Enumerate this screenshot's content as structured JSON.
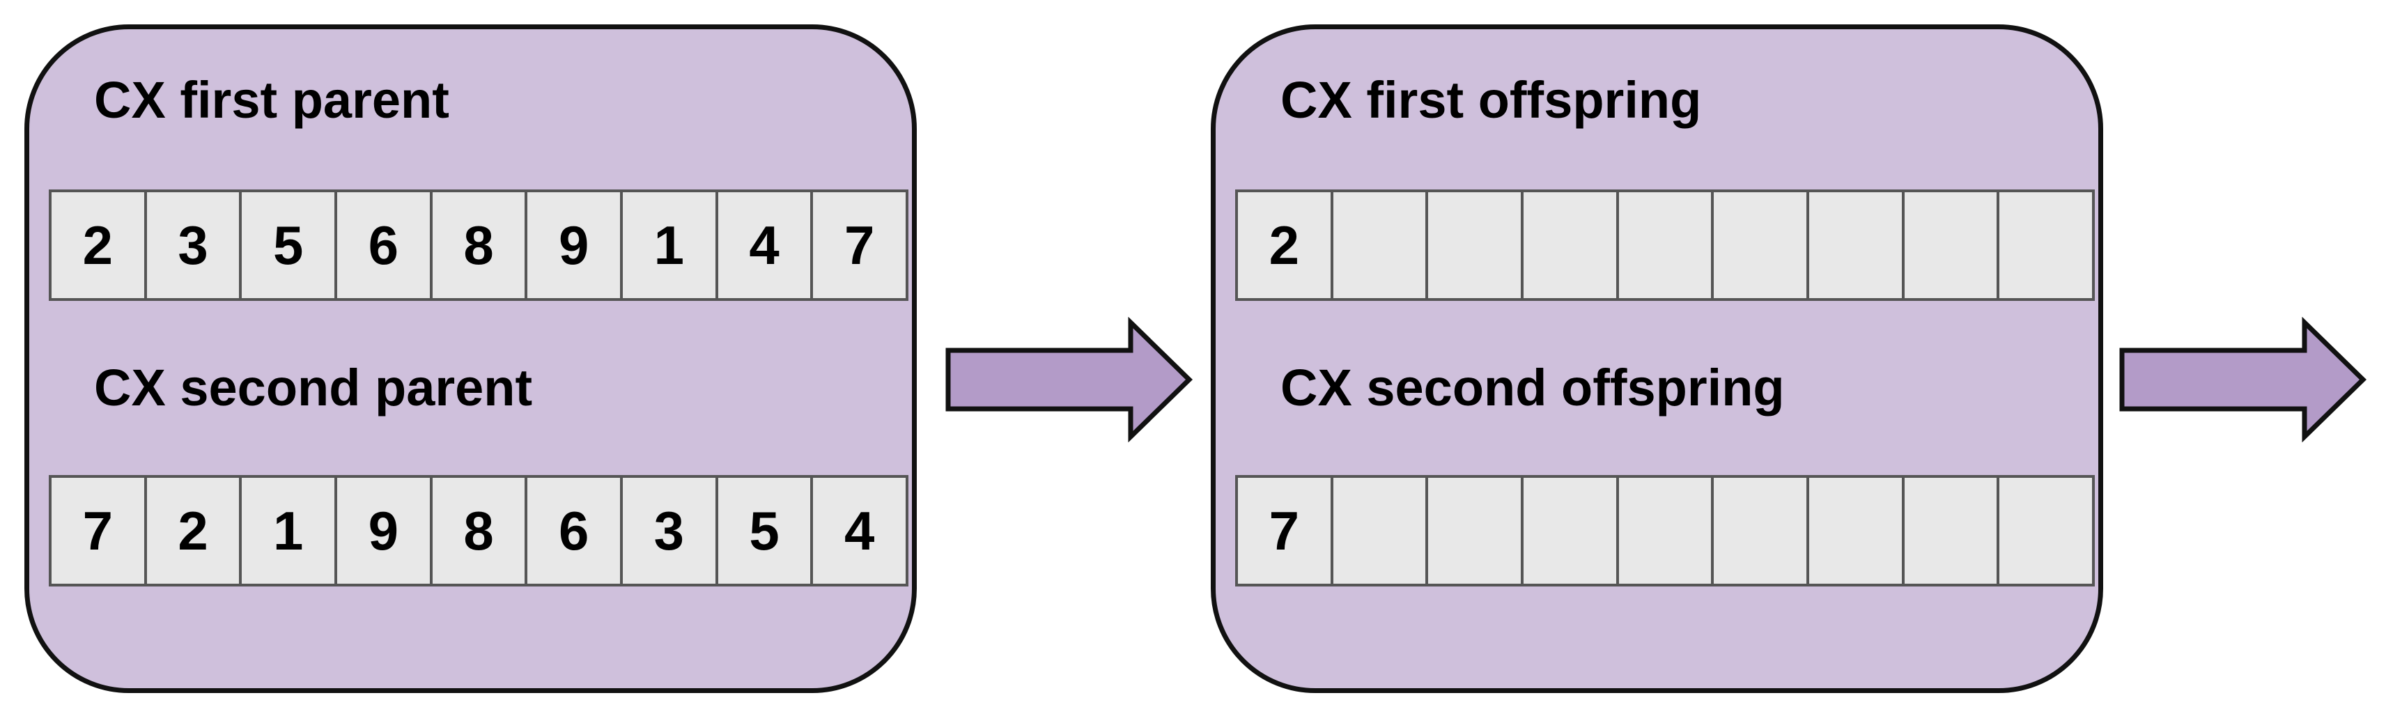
{
  "panels": [
    {
      "top_label": "CX first parent",
      "top_cells": [
        "2",
        "3",
        "5",
        "6",
        "8",
        "9",
        "1",
        "4",
        "7"
      ],
      "bottom_label": "CX second parent",
      "bottom_cells": [
        "7",
        "2",
        "1",
        "9",
        "8",
        "6",
        "3",
        "5",
        "4"
      ]
    },
    {
      "top_label": "CX first offspring",
      "top_cells": [
        "2",
        "",
        "",
        "",
        "",
        "",
        "",
        "",
        ""
      ],
      "bottom_label": "CX second offspring",
      "bottom_cells": [
        "7",
        "",
        "",
        "",
        "",
        "",
        "",
        "",
        ""
      ]
    }
  ],
  "colors": {
    "panel_fill": "#cfc0dc",
    "panel_border": "#111111",
    "cell_fill": "#e8e8e8",
    "cell_border": "#555555",
    "arrow_fill": "#b39bc8"
  },
  "arrows": [
    "right-arrow",
    "right-arrow"
  ]
}
